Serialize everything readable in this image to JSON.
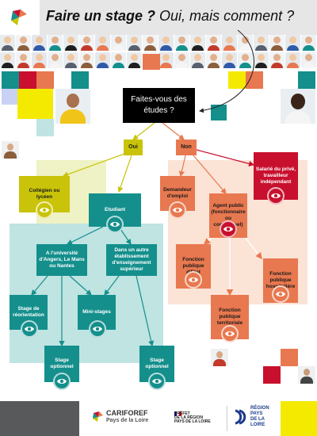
{
  "header": {
    "title_bold": "Faire un stage ?",
    "title_rest": " Oui, mais comment ?"
  },
  "question": "Faites-vous des études ?",
  "branches": {
    "yes": "Oui",
    "no": "Non"
  },
  "nodes": {
    "collegien": "Collégien ou lycéen",
    "etudiant": "Etudiant",
    "angers": "A l'université d'Angers, Le Mans ou Nantes",
    "autre_etab": "Dans un autre établissement d'enseignement supérieur",
    "reorientation": "Stage de réorientation",
    "mini_stages": "Mini-stages",
    "stage_opt_1": "Stage optionnel",
    "stage_opt_2": "Stage optionnel",
    "demandeur": "Demandeur d'emploi",
    "agent_public": "Agent public (fonctionnaire ou contractuel)",
    "salarie_prive": "Salarié du privé, travailleur indépendant",
    "fp_etat": "Fonction publique d'Etat",
    "fp_hosp": "Fonction publique hospitalière",
    "fp_terr": "Fonction publique territoriale"
  },
  "footer": {
    "cariforef": "CARIFOREF",
    "cariforef_sub": "Pays de la Loire",
    "prefet_1": "PRÉFET",
    "prefet_2": "DE LA RÉGION",
    "prefet_3": "PAYS DE LA LOIRE",
    "region_1": "RÉGION",
    "region_2": "PAYS",
    "region_3": "DE LA",
    "region_4": "LOIRE"
  },
  "colors": {
    "teal": "#148f8c",
    "teal_light": "#bfe4e2",
    "yellow": "#c9c40a",
    "yellow_light": "#eef2c4",
    "orange": "#e8784f",
    "orange_light": "#fbe3d6",
    "red": "#c8102e",
    "dark": "#000000"
  }
}
